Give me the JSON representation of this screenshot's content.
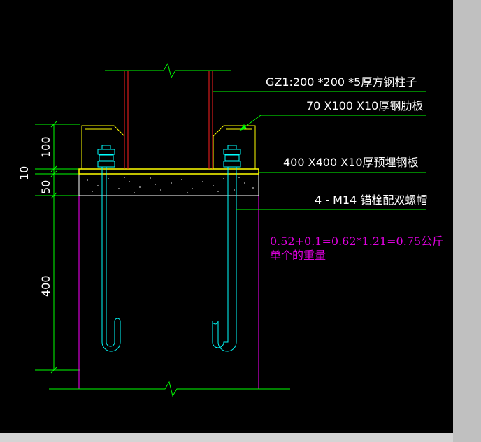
{
  "labels": {
    "column": "GZ1:200 *200 *5厚方钢柱子",
    "rib_plate": "70 X100 X10厚钢肋板",
    "embed_plate": "400 X400 X10厚预埋钢板",
    "anchor_bolt": "4 - M14 锚栓配双螺帽"
  },
  "dimensions": {
    "d100": "100",
    "d10": "10",
    "d50": "50",
    "d400": "400"
  },
  "note": {
    "line1": "0.52+0.1=0.62*1.21=0.75公斤",
    "line2": "单个的重量"
  },
  "colors": {
    "background": "#000000",
    "dimension": "#00ff00",
    "leader": "#00ff00",
    "column": "#ff2020",
    "bolt": "#00ffff",
    "plate": "#ffff00",
    "concrete": "#ff00ff",
    "note": "#e000e0",
    "text": "#ffffff"
  }
}
